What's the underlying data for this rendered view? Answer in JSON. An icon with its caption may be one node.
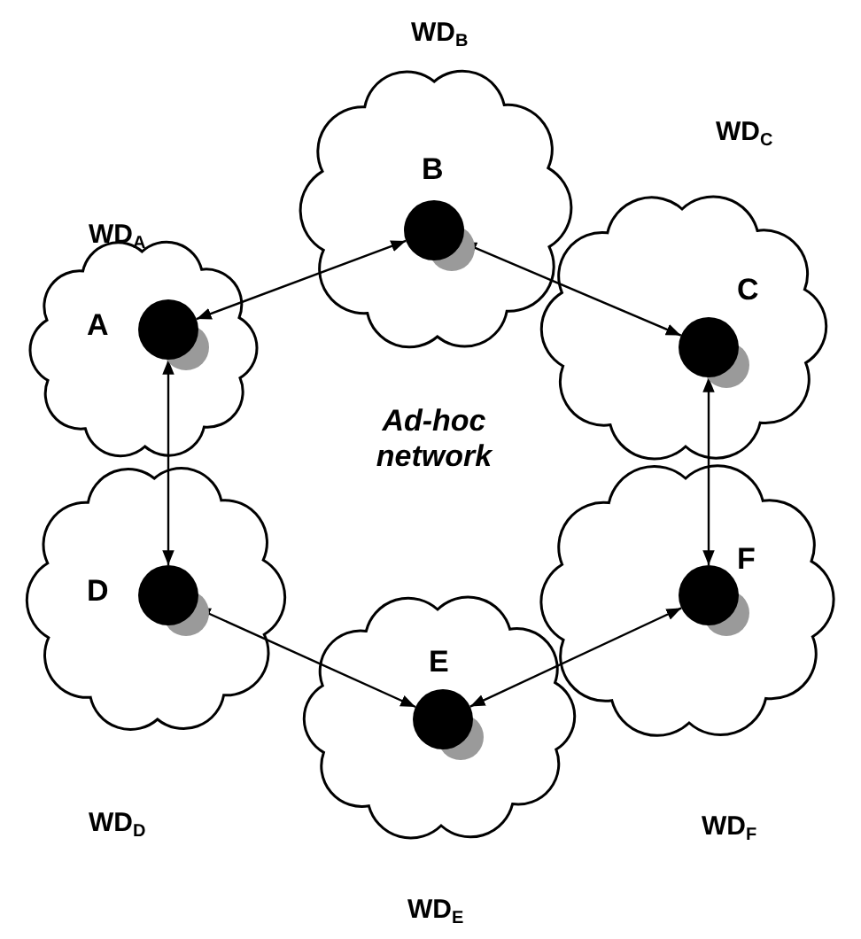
{
  "diagram": {
    "nodes": [
      {
        "text": [
          "WD$_{B}$"
        ]
      },
      {
        "text": [
          "B"
        ],
        "in": 0
      },
      {
        "text": [
          "WD$_{A}$"
        ]
      },
      {
        "text": [
          "A"
        ],
        "in": 2
      },
      {
        "text": [
          "WD$_{C}$"
        ]
      },
      {
        "text": [
          "C"
        ],
        "in": 4
      },
      {
        "text": [
          "WD$_{D}$"
        ]
      },
      {
        "text": [
          "D"
        ],
        "in": 6
      },
      {
        "text": [
          "WD$_{E}$"
        ]
      },
      {
        "text": [
          "E"
        ],
        "in": 8
      },
      {
        "text": [
          "WD$_{F}$"
        ]
      },
      {
        "text": [
          "F"
        ],
        "in": 10
      }
    ],
    "edges": [
      {
        "from": 3,
        "to": 1,
        "arrow": "both"
      },
      {
        "from": 1,
        "to": 5,
        "arrow": "both"
      },
      {
        "from": 3,
        "to": 7,
        "arrow": "both"
      },
      {
        "from": 5,
        "to": 11,
        "arrow": "both"
      },
      {
        "from": 7,
        "to": 9,
        "arrow": "both"
      },
      {
        "from": 9,
        "to": 11,
        "arrow": "both"
      }
    ],
    "labels": [
      "Ad-hoc network"
    ]
  }
}
